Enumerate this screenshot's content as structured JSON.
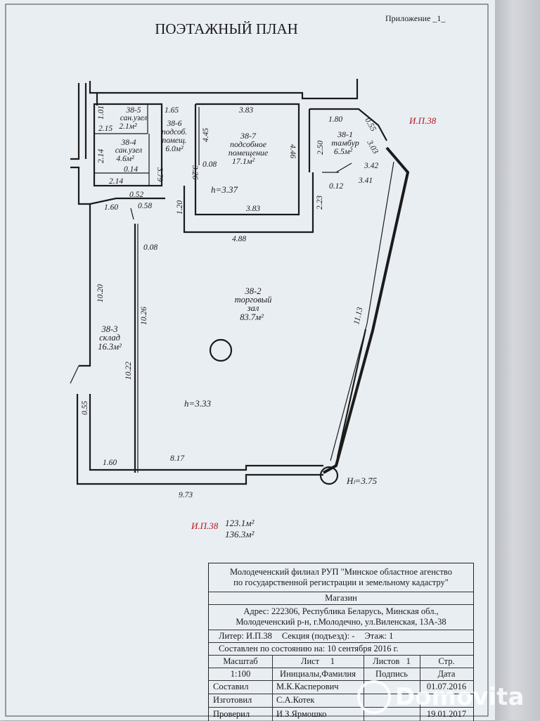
{
  "document": {
    "appendix": "Приложение _1_",
    "title": "ПОЭТАЖНЫЙ ПЛАН",
    "inv_code": "И.П.38",
    "inv_code_bottom": "И.П.38",
    "area_1": "123.1м²",
    "area_2": "136.3м²"
  },
  "rooms": {
    "r1_id": "38-1",
    "r1_name": "тамбур",
    "r1_area": "6.5м²",
    "r2_id": "38-2",
    "r2_name1": "торговый",
    "r2_name2": "зал",
    "r2_area": "83.7м²",
    "r3_id": "38-3",
    "r3_name": "склад",
    "r3_area": "16.3м²",
    "r4_id": "38-4",
    "r4_name": "сан.узел",
    "r4_area": "4.6м²",
    "r5_id": "38-5",
    "r5_name": "сан.узел",
    "r5_area": "2.1м²",
    "r6_id": "38-6",
    "r6_name1": "подсоб.",
    "r6_name2": "помещ.",
    "r6_area": "6.0м²",
    "r7_id": "38-7",
    "r7_name1": "подсобное",
    "r7_name2": "помещение",
    "r7_area": "17.1м²"
  },
  "heights": {
    "h1": "h=3.37",
    "h2": "h=3.33",
    "h3": "Hₗ=3.75"
  },
  "dimensions": {
    "d_1_01": "1.01",
    "d_2_15": "2.15",
    "d_1_65": "1.65",
    "d_3_83_top": "3.83",
    "d_1_80": "1.80",
    "d_0_55_top": "0.55",
    "d_3_03": "3.03",
    "d_4_45": "4.45",
    "d_2_50": "2.50",
    "d_2_14_a": "2.14",
    "d_3_26": "3.26",
    "d_0_08_a": "0.08",
    "d_4_46": "4.46",
    "d_0_14": "0.14",
    "d_3_79": "3.79",
    "d_3_42": "3.42",
    "d_3_41": "3.41",
    "d_0_12": "0.12",
    "d_2_14_b": "2.14",
    "d_0_52": "0.52",
    "d_2_23": "2.23",
    "d_1_60_a": "1.60",
    "d_0_58": "0.58",
    "d_1_20": "1.20",
    "d_3_83_b": "3.83",
    "d_4_88": "4.88",
    "d_0_08_b": "0.08",
    "d_10_20": "10.20",
    "d_10_26": "10.26",
    "d_11_13": "11.13",
    "d_10_22": "10.22",
    "d_0_55_b": "0.55",
    "d_1_60_b": "1.60",
    "d_8_17": "8.17",
    "d_9_73": "9.73"
  },
  "stamp": {
    "org_line1": "Молодеченский филиал РУП \"Минское областное агенство",
    "org_line2": "по государственной регистрации и земельному кадастру\"",
    "object": "Магазин",
    "address1": "Адрес: 222306, Республика Беларусь, Минская обл.,",
    "address2": "Молодеченский р-н, г.Молодечно, ул.Виленская, 13А-38",
    "liter": "Литер: И.П.38",
    "section": "Секция (подъезд): -",
    "floor": "Этаж: 1",
    "state": "Составлен по состоянию на: 10 сентября 2016 г.",
    "h_scale": "Масштаб",
    "h_sheet": "Лист",
    "v_sheet": "1",
    "h_sheets": "Листов",
    "v_sheets": "1",
    "h_page": "Стр.",
    "v_scale": "1:100",
    "h_initials": "Инициалы,Фамилия",
    "h_signature": "Подпись",
    "h_date": "Дата",
    "role1": "Составил",
    "name1": "М.К.Касперович",
    "date1": "01.07.2016",
    "role2": "Изготовил",
    "name2": "С.А.Котек",
    "date2": "",
    "role3": "Проверил",
    "name3": "И.З.Ярмошко",
    "date3": "19.01.2017"
  },
  "watermark": {
    "text": "Domovita"
  }
}
